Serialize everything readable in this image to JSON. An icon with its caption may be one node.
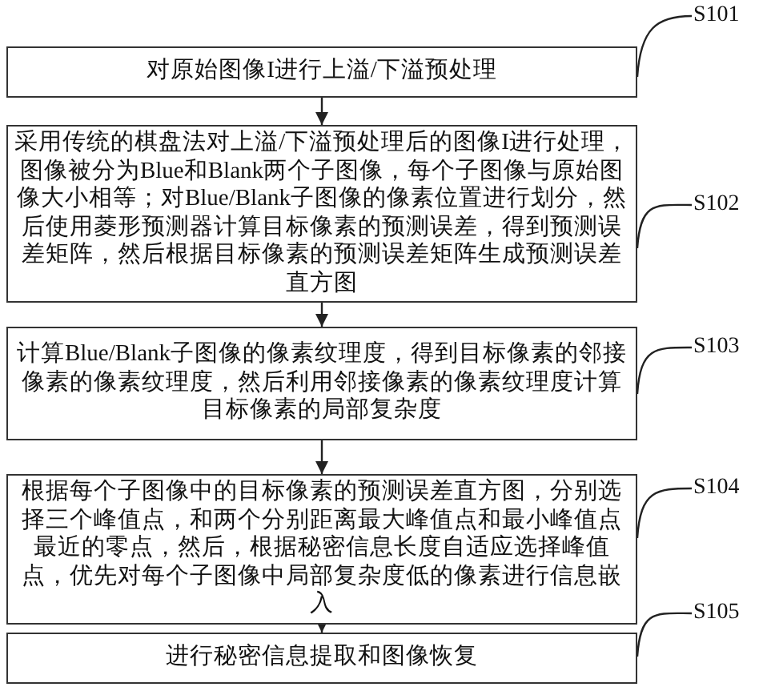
{
  "diagram": {
    "nodes": [
      {
        "text": [
          "对原始图像I进行上溢/下溢预处理"
        ]
      },
      {
        "text": [
          "采用传统的棋盘法对上溢/下溢预处理后的图像I进行处理，图像被分为Blue和Blank两个子图像，每个子图像与原始图像大小相等；对Blue/Blank子图像的像素位置进行划分，然后使用菱形预测器计算目标像素的预测误差，得到预测误差矩阵，然后根据目标像素的预测误差矩阵生成预测误差直方图"
        ]
      },
      {
        "text": [
          "计算Blue/Blank子图像的像素纹理度，得到目标像素的邻接像素的像素纹理度，然后利用邻接像素的像素纹理度计算目标像素的局部复杂度"
        ]
      },
      {
        "text": [
          "根据每个子图像中的目标像素的预测误差直方图，分别选择三个峰值点，和两个分别距离最大峰值点和最小峰值点最近的零点，然后，根据秘密信息长度自适应选择峰值点，优先对每个子图像中局部复杂度低的像素进行信息嵌入"
        ]
      },
      {
        "text": [
          "进行秘密信息提取和图像恢复"
        ]
      },
      {
        "text": [
          "S101"
        ]
      },
      {
        "text": [
          "S102"
        ]
      },
      {
        "text": [
          "S103"
        ]
      },
      {
        "text": [
          "S104"
        ]
      },
      {
        "text": [
          "S105"
        ]
      }
    ],
    "edges": [
      {
        "from": 0,
        "to": 1,
        "arrow": "to"
      },
      {
        "from": 1,
        "to": 2,
        "arrow": "to"
      },
      {
        "from": 2,
        "to": 3,
        "arrow": "to"
      },
      {
        "from": 3,
        "to": 4,
        "arrow": "to"
      },
      {
        "from": 5,
        "to": 0,
        "arrow": "none"
      },
      {
        "from": 6,
        "to": 1,
        "arrow": "none"
      },
      {
        "from": 7,
        "to": 2,
        "arrow": "none"
      },
      {
        "from": 8,
        "to": 3,
        "arrow": "none"
      },
      {
        "from": 9,
        "to": 4,
        "arrow": "none"
      }
    ]
  }
}
